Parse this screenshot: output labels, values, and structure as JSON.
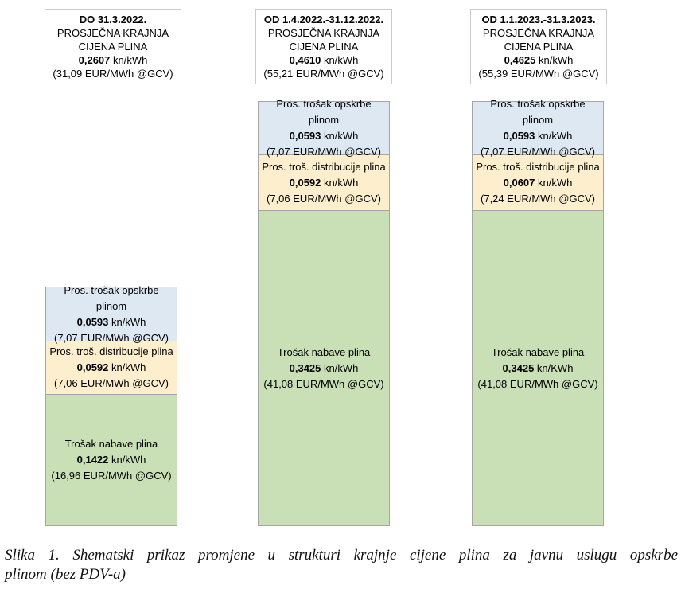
{
  "colors": {
    "supply_fill": "#dde8f3",
    "distribution_fill": "#fdeecd",
    "procurement_fill": "#c9e0b6",
    "box_border": "#a6a6a6",
    "header_border": "#cbcbcb"
  },
  "columns": [
    {
      "header": {
        "period": "DO 31.3.2022.",
        "title_rest": " PROSJEČNA KRAJNJA CIJENA PLINA",
        "value": "0,2607",
        "unit": " kn/kWh",
        "eur": "(31,09 EUR/MWh @GCV)"
      },
      "segments": [
        {
          "label": "Pros. trošak opskrbe plinom",
          "value": "0,0593",
          "unit": " kn/kWh",
          "eur": "(7,07 EUR/MWh @GCV)"
        },
        {
          "label": "Pros. troš. distribucije plina",
          "value": "0,0592",
          "unit": " kn/kWh",
          "eur": "(7,06 EUR/MWh @GCV)"
        },
        {
          "label": "Trošak nabave plina",
          "value": "0,1422",
          "unit": " kn/kWh",
          "eur": "(16,96 EUR/MWh @GCV)"
        }
      ]
    },
    {
      "header": {
        "period": "OD 1.4.2022.-31.12.2022.",
        "title_rest": " PROSJEČNA KRAJNJA CIJENA PLINA",
        "value": "0,4610",
        "unit": " kn/kWh",
        "eur": "(55,21 EUR/MWh @GCV)"
      },
      "segments": [
        {
          "label": "Pros. trošak opskrbe plinom",
          "value": "0,0593",
          "unit": " kn/kWh",
          "eur": "(7,07 EUR/MWh @GCV)"
        },
        {
          "label": "Pros. troš. distribucije plina",
          "value": "0,0592",
          "unit": " kn/kWh",
          "eur": "(7,06 EUR/MWh @GCV)"
        },
        {
          "label": "Trošak nabave plina",
          "value": "0,3425",
          "unit": " kn/kWh",
          "eur": "(41,08 EUR/MWh @GCV)"
        }
      ]
    },
    {
      "header": {
        "period": "OD 1.1.2023.-31.3.2023.",
        "title_rest": " PROSJEČNA KRAJNJA CIJENA PLINA",
        "value": "0,4625",
        "unit": " kn/kWh",
        "eur": "(55,39 EUR/MWh @GCV)"
      },
      "segments": [
        {
          "label": "Pros. trošak opskrbe plinom",
          "value": "0,0593",
          "unit": " kn/kWh",
          "eur": "(7,07 EUR/MWh @GCV)"
        },
        {
          "label": "Pros. troš. distribucije plina",
          "value": "0,0607",
          "unit": " kn/kWh",
          "eur": "(7,24 EUR/MWh @GCV)"
        },
        {
          "label": "Trošak nabave plina",
          "value": "0,3425",
          "unit": " kn/KWh",
          "eur": "(41,08 EUR/MWh @GCV)"
        }
      ]
    }
  ],
  "caption": {
    "line1": "Slika 1. Shematski prikaz promjene u strukturi krajnje cijene plina za javnu uslugu opskrbe",
    "line2": "plinom (bez PDV-a)"
  },
  "chart_data": {
    "type": "bar",
    "subtype": "stacked",
    "title": "Slika 1. Shematski prikaz promjene u strukturi krajnje cijene plina za javnu uslugu opskrbe plinom (bez PDV-a)",
    "categories": [
      "DO 31.3.2022.",
      "OD 1.4.2022.-31.12.2022.",
      "OD 1.1.2023.-31.3.2023."
    ],
    "unit": "kn/kWh",
    "series": [
      {
        "name": "Pros. trošak opskrbe plinom",
        "values": [
          0.0593,
          0.0593,
          0.0593
        ],
        "eur_mwh_gcv": [
          7.07,
          7.07,
          7.07
        ],
        "color": "#dde8f3"
      },
      {
        "name": "Pros. troš. distribucije plina",
        "values": [
          0.0592,
          0.0592,
          0.0607
        ],
        "eur_mwh_gcv": [
          7.06,
          7.06,
          7.24
        ],
        "color": "#fdeecd"
      },
      {
        "name": "Trošak nabave plina",
        "values": [
          0.1422,
          0.3425,
          0.3425
        ],
        "eur_mwh_gcv": [
          16.96,
          41.08,
          41.08
        ],
        "color": "#c9e0b6"
      }
    ],
    "totals_kn_kwh": [
      0.2607,
      0.461,
      0.4625
    ],
    "totals_eur_mwh_gcv": [
      31.09,
      55.21,
      55.39
    ],
    "legend_position": "none",
    "grid": false
  }
}
